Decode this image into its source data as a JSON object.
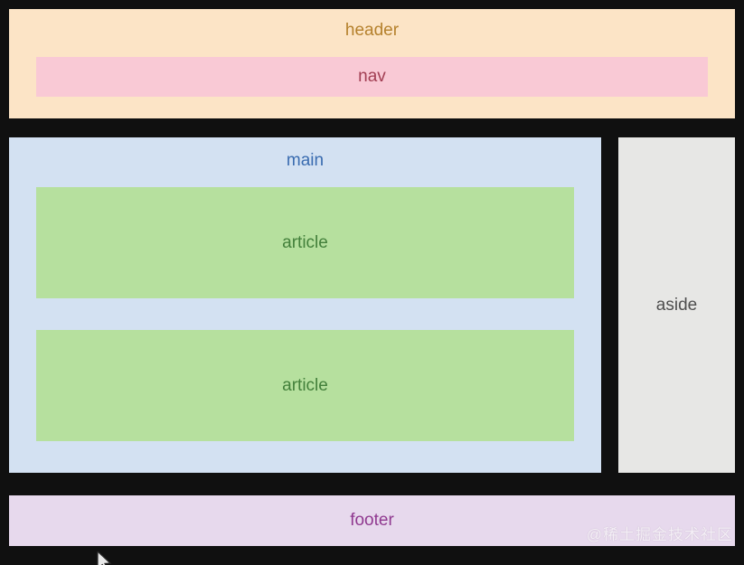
{
  "diagram": {
    "background_color": "#101010",
    "header": {
      "label": "header",
      "bg_color": "#fce4c6",
      "text_color": "#b5812d"
    },
    "nav": {
      "label": "nav",
      "bg_color": "#f9c9d5",
      "text_color": "#a23e53"
    },
    "main": {
      "label": "main",
      "bg_color": "#d3e1f2",
      "text_color": "#3a6cb0"
    },
    "articles": [
      {
        "label": "article"
      },
      {
        "label": "article"
      }
    ],
    "article_colors": {
      "bg_color": "#b6e09e",
      "text_color": "#43803b"
    },
    "aside": {
      "label": "aside",
      "bg_color": "#e7e7e5",
      "text_color": "#4f4f4f"
    },
    "footer": {
      "label": "footer",
      "bg_color": "#e7d9ed",
      "text_color": "#903a90"
    }
  },
  "watermark": {
    "text": "@稀土掘金技术社区",
    "color": "#f8f4fa"
  },
  "icons": {
    "cursor": "mouse-pointer-icon"
  }
}
